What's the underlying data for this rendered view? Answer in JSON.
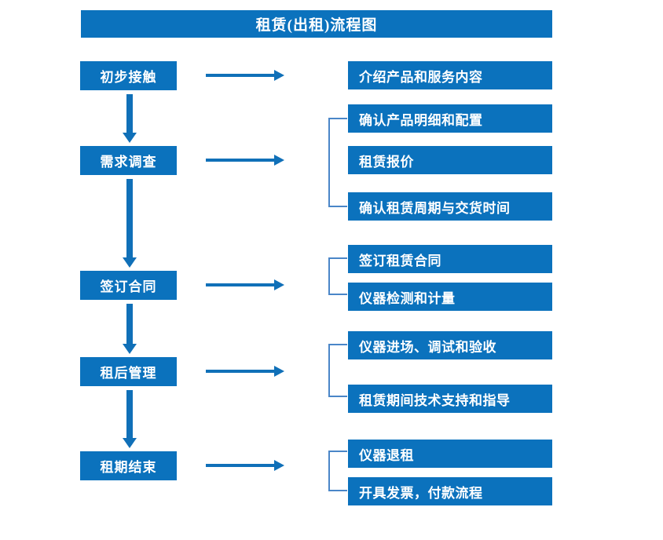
{
  "title": "租赁(出租)流程图",
  "colors": {
    "box_blue": "#0b72bd",
    "arrow_blue": "#1070b8",
    "bracket_blue": "#4a86c8",
    "text_white": "#ffffff",
    "background": "#ffffff"
  },
  "stages": [
    {
      "label": "初步接触"
    },
    {
      "label": "需求调查"
    },
    {
      "label": "签订合同"
    },
    {
      "label": "租后管理"
    },
    {
      "label": "租期结束"
    }
  ],
  "details": [
    {
      "label": "介绍产品和服务内容"
    },
    {
      "label": "确认产品明细和配置"
    },
    {
      "label": "租赁报价"
    },
    {
      "label": "确认租赁周期与交货时间"
    },
    {
      "label": "签订租赁合同"
    },
    {
      "label": "仪器检测和计量"
    },
    {
      "label": "仪器进场、调试和验收"
    },
    {
      "label": "租赁期间技术支持和指导"
    },
    {
      "label": "仪器退租"
    },
    {
      "label": "开具发票，付款流程"
    }
  ],
  "flow": {
    "stage_to_detail_arrow": "right-arrow",
    "stage_to_stage_arrow": "down-arrow",
    "group_bracket": "left-bracket"
  }
}
